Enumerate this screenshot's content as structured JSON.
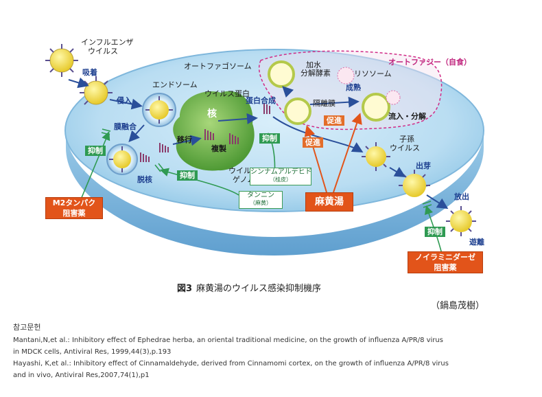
{
  "labels": {
    "influenza": "インフルエンザ",
    "virus": "ウイルス",
    "adsorption": "吸着",
    "endosome": "エンドソーム",
    "entry": "侵入",
    "membrane_fusion": "膜融合",
    "uncoating": "脱核",
    "nucleus": "核",
    "migration": "移行",
    "replication": "複製",
    "viral_genome_1": "ウイルス",
    "viral_genome_2": "ゲノム",
    "viral_protein": "ウイルス蛋白",
    "protein_synthesis": "蛋白合成",
    "autophagosome": "オートファゴソーム",
    "hydrolase_1": "加水",
    "hydrolase_2": "分解酵素",
    "lysosome": "リソソーム",
    "maturation": "成熟",
    "isolation_membrane": "隔離膜",
    "influx_degradation": "流入・分解",
    "autophagy": "オートファジー（自食）",
    "promote_1": "促進",
    "promote_2": "促進",
    "progeny_1": "子孫",
    "progeny_2": "ウイルス",
    "budding": "出芽",
    "release": "放出",
    "dissociation": "遊離",
    "inhibit_1": "抑制",
    "inhibit_2": "抑制",
    "inhibit_3": "抑制",
    "inhibit_4": "抑制"
  },
  "boxes": {
    "m2_1": "M2タンパク",
    "m2_2": "阻害薬",
    "maoto": "麻黄湯",
    "neur_1": "ノイラミニダーゼ",
    "neur_2": "阻害薬",
    "cinnam": "シンナムアルデヒド",
    "cinnam_sub": "（桂皮）",
    "tannin": "タンニン",
    "tannin_sub": "（麻黄）"
  },
  "caption": {
    "figno": "図3",
    "text": "麻黄湯のウイルス感染抑制機序"
  },
  "credit": "（鍋島茂樹）",
  "refs": {
    "heading": "참고문헌",
    "line1": "Mantani,N,et al.: Inhibitory effect of Ephedrae herba, an oriental traditional medicine, on the growth of influenza A/PR/8 virus",
    "line2": "in MDCK cells, Antiviral Res, 1999,44(3),p.193",
    "line3": "Hayashi, K,et al.: Inhibitory effect of Cinnamaldehyde, derived from Cinnamomi cortex, on the growth of influenza A/PR/8 virus",
    "line4": "and in vivo, Antiviral Res,2007,74(1),p1"
  },
  "colors": {
    "cell_outer": "#8fc6e6",
    "cell_inner": "#bfe2f4",
    "nucleus": "#6cb648",
    "virus_core": "#f3e24a",
    "arrow_blue": "#2a4f9a",
    "arrow_green": "#2f9a52",
    "arrow_orange": "#e2541a",
    "autophagy_line": "#d02a86"
  }
}
